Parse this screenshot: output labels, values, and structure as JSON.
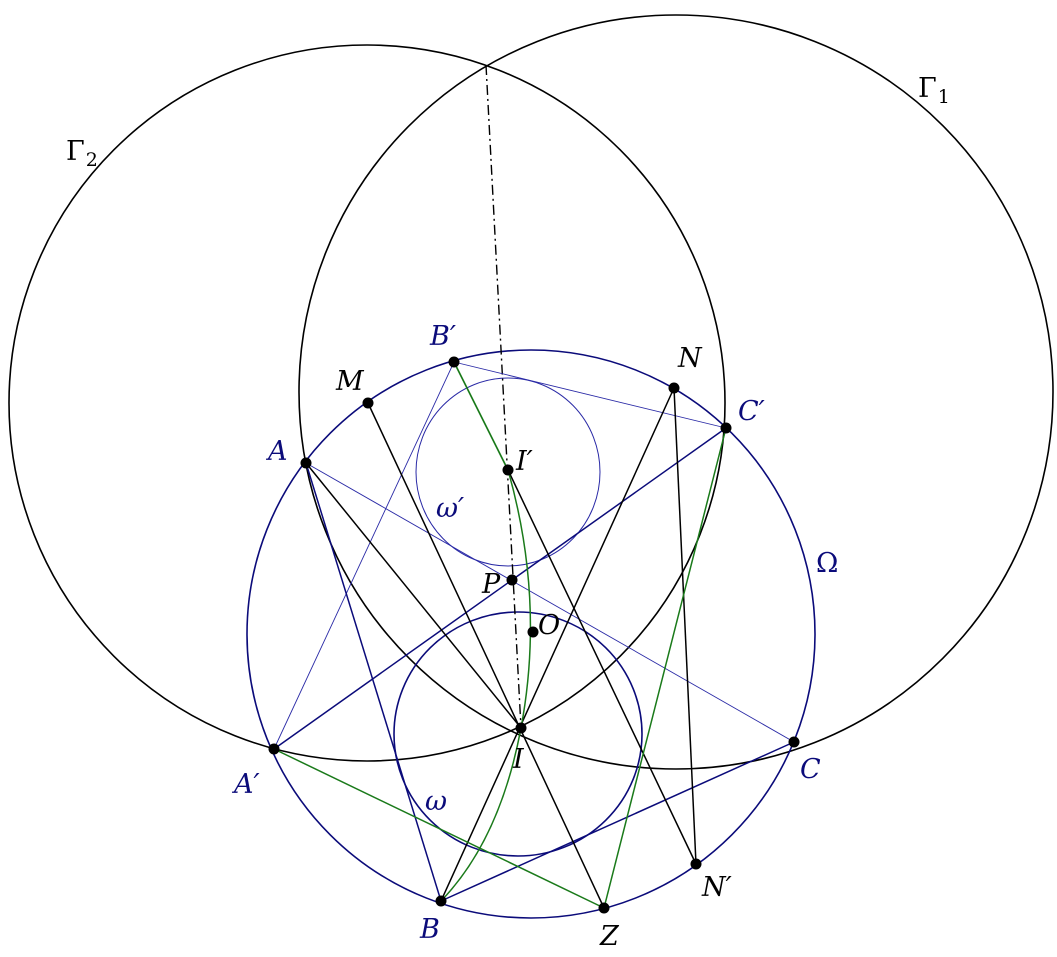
{
  "colors": {
    "black": "#000000",
    "navy": "#0b0b7a",
    "blue": "#2a2aa6",
    "green": "#1a7a1a"
  },
  "labels": {
    "gamma1": "Γ",
    "gamma1_sub": "1",
    "gamma2": "Γ",
    "gamma2_sub": "2",
    "omega_cap": "Ω",
    "omega_small": "ω",
    "omega_prime": "ω′",
    "A": "A",
    "A_prime": "A′",
    "B": "B",
    "B_prime": "B′",
    "C": "C",
    "C_prime": "C′",
    "M": "M",
    "N": "N",
    "N_prime": "N′",
    "I": "I",
    "I_prime": "I′",
    "O": "O",
    "P": "P",
    "Z": "Z"
  }
}
